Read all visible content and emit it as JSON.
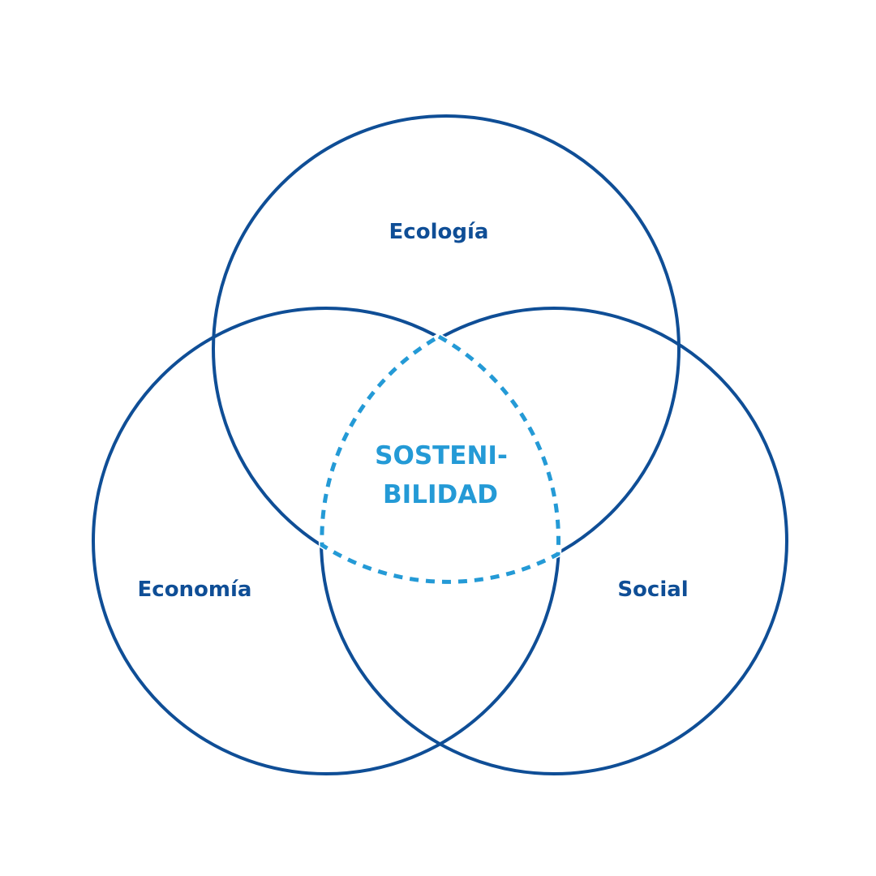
{
  "diagram": {
    "type": "venn",
    "sets": [
      {
        "id": "ecologia",
        "label": "Ecología"
      },
      {
        "id": "economia",
        "label": "Economía"
      },
      {
        "id": "social",
        "label": "Social"
      }
    ],
    "intersection": {
      "line1": "SOSTENI-",
      "line2": "BILIDAD"
    },
    "colors": {
      "circle": "#0f4e96",
      "intersection": "#249ad6"
    }
  }
}
